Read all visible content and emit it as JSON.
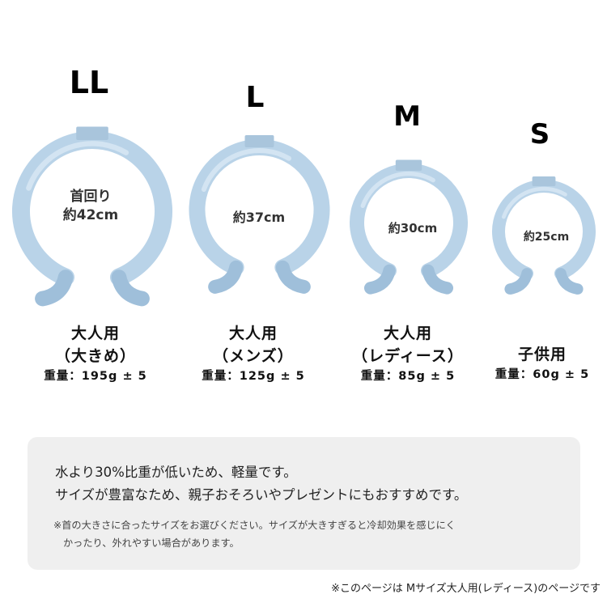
{
  "colors": {
    "ring": "#b9d3e8",
    "ring_shade": "#9fbfda",
    "ring_light": "#d3e4f2",
    "tab": "#a9c5dc",
    "note_bg": "#efefef"
  },
  "sizes": [
    {
      "letter": "LL",
      "circumference_label": "首回り",
      "circumference": "約42cm",
      "line1": "大人用",
      "line2": "（大きめ）",
      "weight": "重量：195g ± 5"
    },
    {
      "letter": "L",
      "circumference": "約37cm",
      "line1": "大人用",
      "line2": "（メンズ）",
      "weight": "重量：125g ± 5"
    },
    {
      "letter": "M",
      "circumference": "約30cm",
      "line1": "大人用",
      "line2": "（レディース）",
      "weight": "重量：85g ± 5"
    },
    {
      "letter": "S",
      "circumference": "約25cm",
      "line1": "子供用",
      "weight": "重量：60g ± 5"
    }
  ],
  "note": {
    "line1": "水より30%比重が低いため、軽量です。",
    "line2": "サイズが豊富なため、親子おそろいやプレゼントにもおすすめです。",
    "small_line1": "※首の大きさに合ったサイズをお選びください。サイズが大きすぎると冷却効果を感じにく",
    "small_line2": "かったり、外れやすい場合があります。"
  },
  "footer": "※このページは Mサイズ大人用(レディース)のページです"
}
